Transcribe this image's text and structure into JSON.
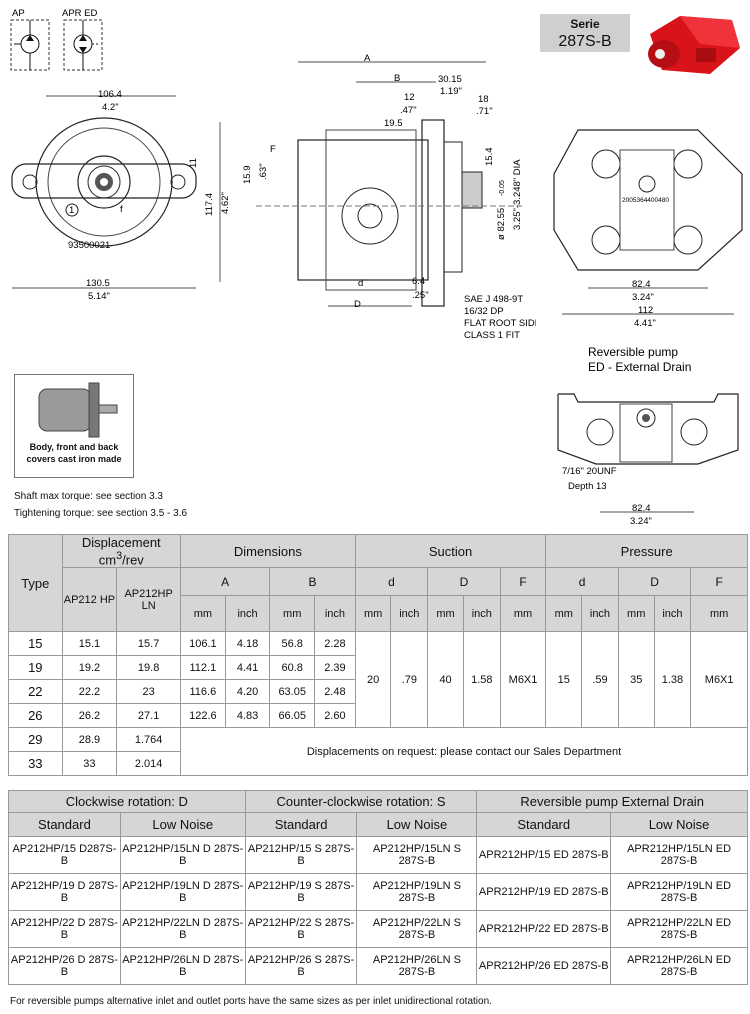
{
  "header": {
    "symbol_ap": "AP",
    "symbol_apr_ed": "APR ED",
    "serie_label": "Serie",
    "serie_value": "287S-B"
  },
  "front_view": {
    "width_mm": "106.4",
    "width_in": "4.2\"",
    "base_mm": "130.5",
    "base_in": "5.14\"",
    "height_mm": "117.4",
    "height_in": "4.62\"",
    "small_dim": "11",
    "code": "93500021",
    "arrow_mark": "f"
  },
  "side_view": {
    "a": "A",
    "b": "B",
    "d_upper": "D",
    "d_lower": "d",
    "f": "F",
    "dim_30_15": "30.15",
    "dim_1_19": "1.19\"",
    "dim_12": "12",
    "dim_47": ".47\"",
    "dim_18": "18",
    "dim_71": ".71\"",
    "dim_19_5": "19.5",
    "dim_15_9": "15.9",
    "dim_63": ".63\"",
    "dim_15_4": "15.4",
    "dim_6_4": "6.4",
    "dim_25": ".25\"",
    "dia_text": "ø 82.55",
    "dia_tol": "-0.05",
    "dia_text2": "3.25\"-3.248\" DIA",
    "spline": [
      "SAE J 498-9T",
      "16/32 DP",
      "FLAT ROOT SIDE FIT",
      "CLASS 1 FIT"
    ]
  },
  "back_view": {
    "code": "2005364400480",
    "dim_82_4": "82.4",
    "dim_3_24": "3.24\"",
    "dim_112": "112",
    "dim_4_41": "4.41\""
  },
  "reversible": {
    "title1": "Reversible pump",
    "title2": "ED - External Drain",
    "thread": "7/16\" 20UNF",
    "depth": "Depth 13",
    "dim_82_4": "82.4",
    "dim_3_24": "3.24\""
  },
  "body_box": {
    "text1": "Body, front and back",
    "text2": "covers cast iron made"
  },
  "notes": {
    "shaft": "Shaft max torque: see section 3.3",
    "tightening": "Tightening torque: see section 3.5 - 3.6"
  },
  "table1": {
    "type": "Type",
    "displacement": "Displacement",
    "disp_unit": "cm",
    "disp_unit_sup": "3",
    "disp_unit_tail": "/rev",
    "col_hp": "AP212 HP",
    "col_ln": "AP212HP LN",
    "dimensions": "Dimensions",
    "suction": "Suction",
    "pressure": "Pressure",
    "A": "A",
    "B": "B",
    "d": "d",
    "D": "D",
    "F": "F",
    "mm": "mm",
    "inch": "inch",
    "rows": [
      {
        "type": "15",
        "hp": "15.1",
        "ln": "15.7",
        "a_mm": "106.1",
        "a_in": "4.18",
        "b_mm": "56.8",
        "b_in": "2.28"
      },
      {
        "type": "19",
        "hp": "19.2",
        "ln": "19.8",
        "a_mm": "112.1",
        "a_in": "4.41",
        "b_mm": "60.8",
        "b_in": "2.39"
      },
      {
        "type": "22",
        "hp": "22.2",
        "ln": "23",
        "a_mm": "116.6",
        "a_in": "4.20",
        "b_mm": "63.05",
        "b_in": "2.48"
      },
      {
        "type": "26",
        "hp": "26.2",
        "ln": "27.1",
        "a_mm": "122.6",
        "a_in": "4.83",
        "b_mm": "66.05",
        "b_in": "2.60"
      },
      {
        "type": "29",
        "hp": "28.9",
        "ln": "1.764"
      },
      {
        "type": "33",
        "hp": "33",
        "ln": "2.014"
      }
    ],
    "suction_vals": {
      "d_mm": "20",
      "d_in": ".79",
      "D_mm": "40",
      "D_in": "1.58",
      "F": "M6X1"
    },
    "pressure_vals": {
      "d_mm": "15",
      "d_in": ".59",
      "D_mm": "35",
      "D_in": "1.38",
      "F": "M6X1"
    },
    "request_note": "Displacements on request: please contact our Sales Department"
  },
  "table2": {
    "cw": "Clockwise rotation: D",
    "ccw": "Counter-clockwise rotation: S",
    "rev": "Reversible pump External Drain",
    "standard": "Standard",
    "low_noise": "Low Noise",
    "rows": [
      [
        "AP212HP/15 D287S-B",
        "AP212HP/15LN D 287S-B",
        "AP212HP/15 S 287S-B",
        "AP212HP/15LN S 287S-B",
        "APR212HP/15 ED 287S-B",
        "APR212HP/15LN ED 287S-B"
      ],
      [
        "AP212HP/19 D 287S-B",
        "AP212HP/19LN D 287S-B",
        "AP212HP/19 S 287S-B",
        "AP212HP/19LN S 287S-B",
        "APR212HP/19 ED 287S-B",
        "APR212HP/19LN ED 287S-B"
      ],
      [
        "AP212HP/22 D 287S-B",
        "AP212HP/22LN D 287S-B",
        "AP212HP/22 S 287S-B",
        "AP212HP/22LN S 287S-B",
        "APR212HP/22 ED 287S-B",
        "APR212HP/22LN ED 287S-B"
      ],
      [
        "AP212HP/26 D 287S-B",
        "AP212HP/26LN D 287S-B",
        "AP212HP/26 S 287S-B",
        "AP212HP/26LN S 287S-B",
        "APR212HP/26 ED 287S-B",
        "APR212HP/26LN ED 287S-B"
      ]
    ]
  },
  "footer": "For reversible pumps alternative inlet and outlet ports have the same sizes as per inlet unidirectional rotation."
}
